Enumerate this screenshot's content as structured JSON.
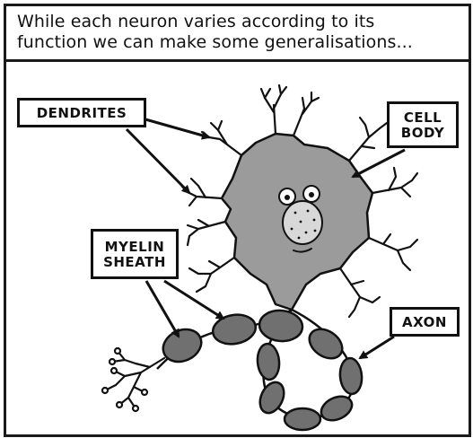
{
  "caption": {
    "line1": "While each neuron varies according to its",
    "line2": "function we can make some generalisations..."
  },
  "labels": {
    "dendrites": "DENDRITES",
    "cell_body": [
      "CELL",
      "BODY"
    ],
    "myelin_sheath": [
      "MYELIN",
      "SHEATH"
    ],
    "axon": "AXON"
  },
  "colors": {
    "cell_fill": "#9b9b9b",
    "sheath_fill": "#707070",
    "nucleus_fill": "#d8d8d8",
    "outline": "#111111",
    "background": "#ffffff"
  }
}
